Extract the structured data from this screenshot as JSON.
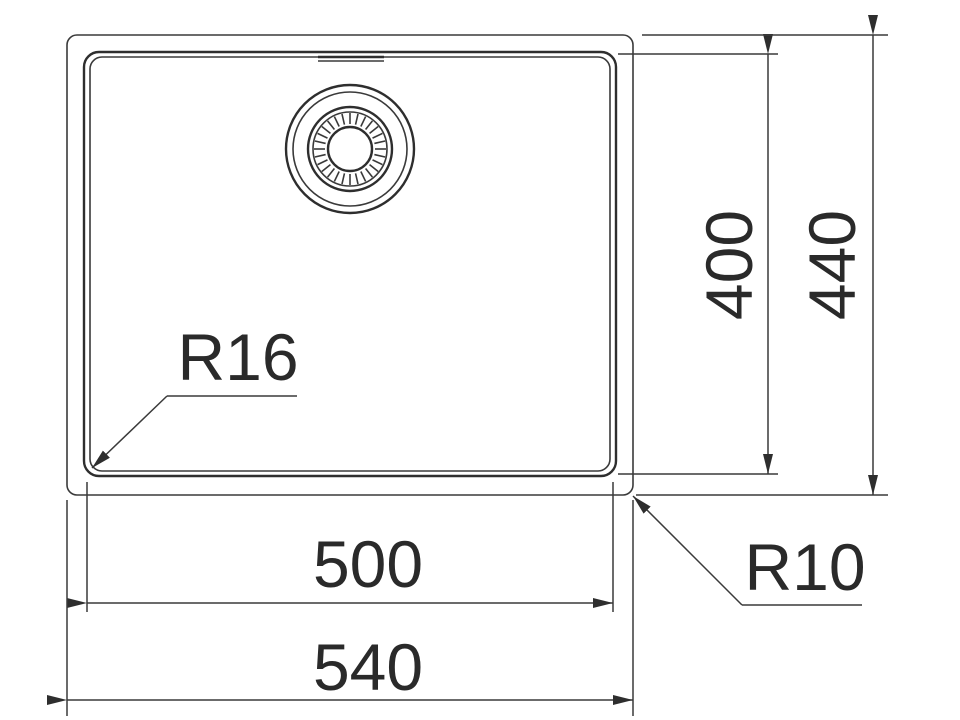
{
  "drawing": {
    "labels": {
      "inner_width": "500",
      "outer_width": "540",
      "inner_depth": "400",
      "outer_depth": "440",
      "inner_radius": "R16",
      "outer_radius": "R10"
    }
  }
}
